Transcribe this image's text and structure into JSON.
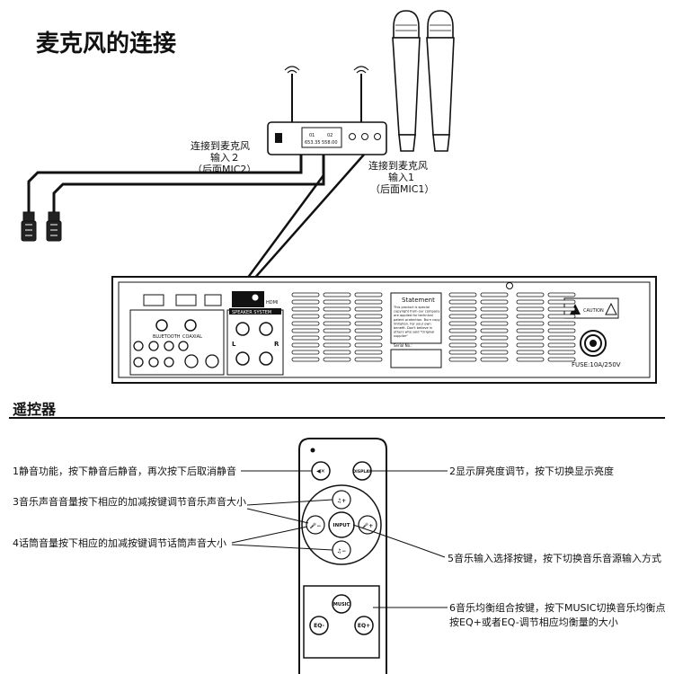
{
  "top_title": "麦克风的连接",
  "section_title": "遥控器",
  "mic_labels": {
    "mic2_line1": "连接到麦克风",
    "mic2_line2": "输入２",
    "mic2_line3": "（后面MIC2）",
    "mic1_line1": "连接到麦克风",
    "mic1_line2": "输入1",
    "mic1_line3": "（后面MIC1）"
  },
  "receiver": {
    "ch1": "01",
    "ch2": "02",
    "freq1": "653.35",
    "freq2": "558.00"
  },
  "amplifier": {
    "statement_title": "Statement",
    "statement_text": [
      "This product is special",
      "copyright from our company",
      "are applied for technical",
      "patent protection. Burn copy",
      "imitation. For your own",
      "benefit. Don't believe in",
      "others who said \"Original",
      "supplier\""
    ],
    "serial_no": "Serial No.:",
    "caution": "CAUTION",
    "fuse": "FUSE:10A/250V",
    "speaker_system": "SPEAKER SYSTEM",
    "hdmi": "HDMI",
    "bluetooth": "BLUETOOTH",
    "coaxial": "COAXIAL",
    "port_l": "L",
    "port_r": "R"
  },
  "remote": {
    "mute_btn": "◀✕",
    "display_btn": "DISPLAY",
    "music_up_btn": "♫+",
    "music_down_btn": "♫−",
    "mic_down_btn": "🎤−",
    "mic_up_btn": "🎤+",
    "input_btn": "INPUT",
    "music_btn": "MUSIC",
    "eq_minus_btn": "EQ-",
    "eq_plus_btn": "EQ+"
  },
  "annotations": {
    "a1": "1静音功能，按下静音后静音，再次按下后取消静音",
    "a2": "2显示屏亮度调节，按下切换显示亮度",
    "a3": "3音乐声音音量按下相应的加减按键调节音乐声音大小",
    "a4": "4话筒音量按下相应的加减按键调节话筒声音大小",
    "a5": "5音乐输入选择按键，按下切换音乐音源输入方式",
    "a6_line1": "6音乐均衡组合按键，按下MUSIC切换音乐均衡点",
    "a6_line2": "按EQ+或者EQ-调节相应均衡量的大小"
  }
}
